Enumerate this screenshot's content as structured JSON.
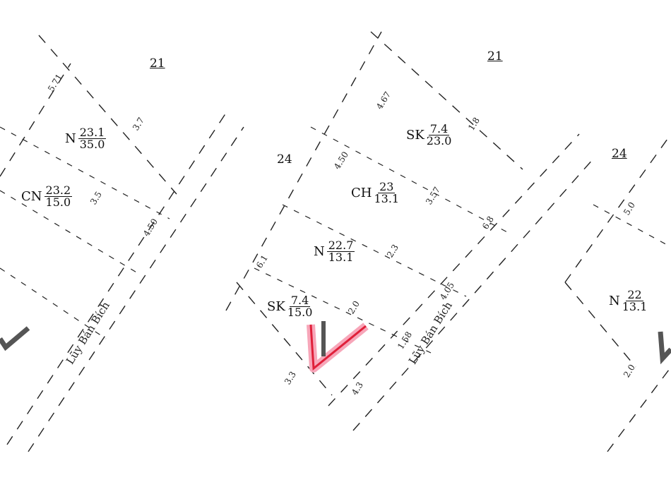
{
  "parcels": [
    {
      "id": "21",
      "owner_code": "N",
      "numerator": "23.1",
      "denominator": "35.0"
    },
    {
      "id": "21b",
      "owner_code": "CN",
      "numerator": "23.2",
      "denominator": "15.0"
    },
    {
      "id": "24a",
      "owner_code": "SK",
      "numerator": "7.4",
      "denominator": "23.0"
    },
    {
      "id": "24b",
      "owner_code": "CH",
      "numerator": "23",
      "denominator": "13.1"
    },
    {
      "id": "24c",
      "owner_code": "N",
      "numerator": "22.7",
      "denominator": "13.1"
    },
    {
      "id": "24d",
      "owner_code": "SK",
      "numerator": "7.4",
      "denominator": "15.0"
    },
    {
      "id": "24r",
      "owner_code": "N",
      "numerator": "22",
      "denominator": "13.1"
    }
  ],
  "block_labels": [
    "21",
    "21",
    "24",
    "24"
  ],
  "dimensions": [
    "5.71",
    "4.67",
    "3.7",
    "4.50",
    "3.5",
    "6.1",
    "4.50",
    "3.57",
    "1.8",
    "2.0",
    "6.8",
    "2.3",
    "4.3",
    "3.3",
    "1.58",
    "4.05",
    "5.0",
    "2.0"
  ],
  "road_label": "Lũy Bán Bích",
  "colors": {
    "line": "#222222",
    "check_red": "#e0203a",
    "check_pink": "#f7a6b9",
    "check_gray": "#555555"
  }
}
